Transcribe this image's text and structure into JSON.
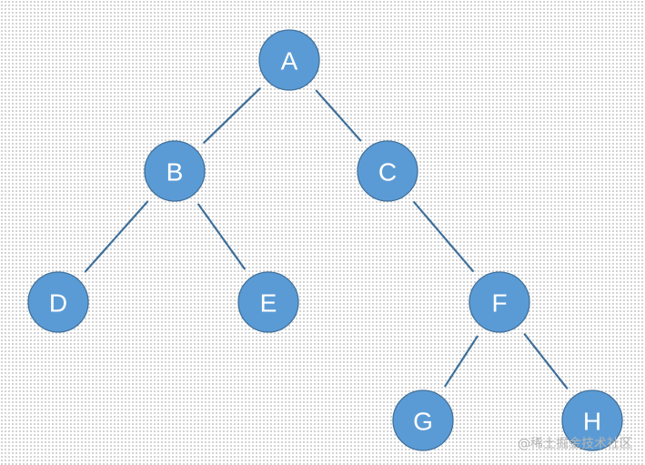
{
  "diagram": {
    "type": "binary-tree",
    "colors": {
      "node_fill": "#5b9bd5",
      "node_border": "#41719c",
      "edge": "#3e6f99",
      "label": "#ffffff"
    },
    "nodes": [
      {
        "id": "A",
        "label": "A"
      },
      {
        "id": "B",
        "label": "B"
      },
      {
        "id": "C",
        "label": "C"
      },
      {
        "id": "D",
        "label": "D"
      },
      {
        "id": "E",
        "label": "E"
      },
      {
        "id": "F",
        "label": "F"
      },
      {
        "id": "G",
        "label": "G"
      },
      {
        "id": "H",
        "label": "H"
      }
    ],
    "edges": [
      {
        "from": "A",
        "to": "B"
      },
      {
        "from": "A",
        "to": "C"
      },
      {
        "from": "B",
        "to": "D"
      },
      {
        "from": "B",
        "to": "E"
      },
      {
        "from": "C",
        "to": "F"
      },
      {
        "from": "F",
        "to": "G"
      },
      {
        "from": "F",
        "to": "H"
      }
    ]
  },
  "watermark": {
    "text": "@稀土掘金技术社区"
  }
}
